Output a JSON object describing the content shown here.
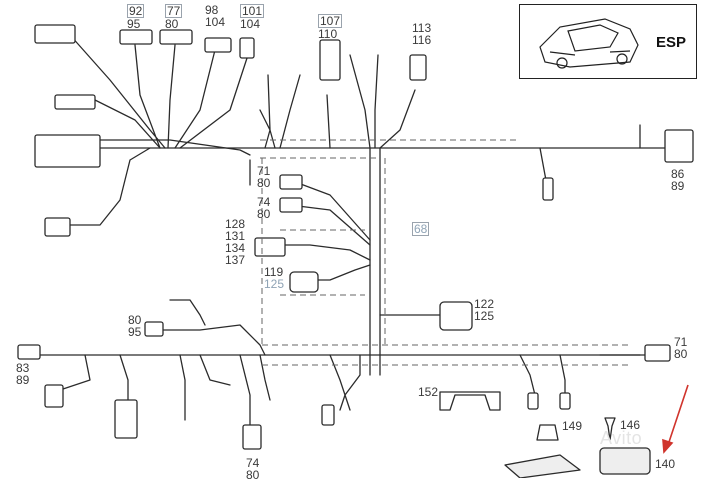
{
  "panel": {
    "label": "ESP"
  },
  "watermark": "Avito",
  "labels": {
    "l92": "92",
    "l95a": "95",
    "l77": "77",
    "l80a": "80",
    "l98": "98",
    "l104a": "104",
    "l101": "101",
    "l104b": "104",
    "l107": "107",
    "l110": "110",
    "l113": "113",
    "l116": "116",
    "l86": "86",
    "l89a": "89",
    "l71a": "71",
    "l80b": "80",
    "l74a": "74",
    "l80c": "80",
    "l68": "68",
    "l128": "128",
    "l131": "131",
    "l134": "134",
    "l137": "137",
    "l119": "119",
    "l125a": "125",
    "l122": "122",
    "l125b": "125",
    "l80d": "80",
    "l95b": "95",
    "l71b": "71",
    "l80e": "80",
    "l83": "83",
    "l89b": "89",
    "l152": "152",
    "l149": "149",
    "l146": "146",
    "l140": "140",
    "l74b": "74",
    "l80f": "80"
  },
  "colors": {
    "wire": "#2b2b2b",
    "dashed": "#666666",
    "arrow": "#d0342c"
  }
}
